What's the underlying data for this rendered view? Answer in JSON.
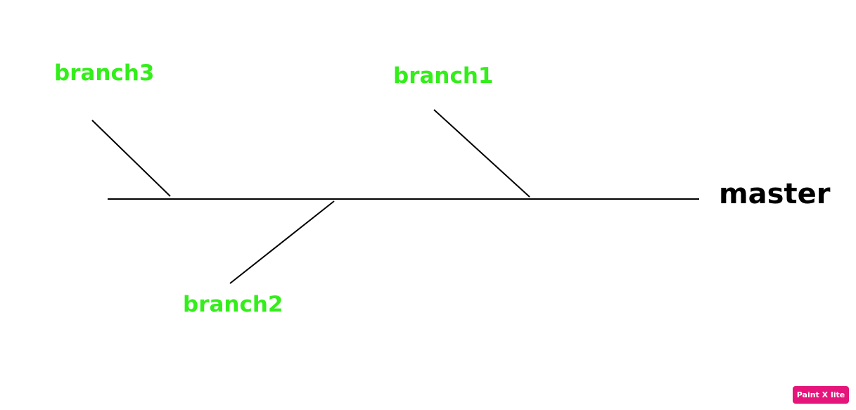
{
  "diagram": {
    "trunk_label": "master",
    "branches": [
      {
        "label": "branch1"
      },
      {
        "label": "branch2"
      },
      {
        "label": "branch3"
      }
    ]
  },
  "colors": {
    "branch_label": "#33ee1a",
    "trunk_label": "#000000",
    "line": "#000000",
    "watermark_bg": "#e5157b"
  },
  "watermark": {
    "text": "Paint X lite"
  }
}
